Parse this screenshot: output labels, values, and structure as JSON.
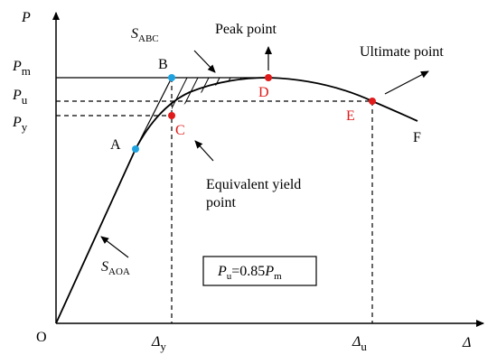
{
  "axes": {
    "y_label": "P",
    "x_label": "Δ",
    "origin": "O"
  },
  "y_ticks": [
    {
      "main": "P",
      "sub": "m"
    },
    {
      "main": "P",
      "sub": "u"
    },
    {
      "main": "P",
      "sub": "y"
    }
  ],
  "x_ticks": [
    {
      "main": "Δ",
      "sub": "y"
    },
    {
      "main": "Δ",
      "sub": "u"
    }
  ],
  "points": {
    "A": "A",
    "B": "B",
    "C": "C",
    "D": "D",
    "E": "E",
    "F": "F"
  },
  "area_labels": {
    "abc": {
      "main": "S",
      "sub": "ABC"
    },
    "aoa": {
      "main": "S",
      "sub": "AOA"
    }
  },
  "annotations": {
    "peak": "Peak point",
    "ultimate": "Ultimate point",
    "equivalent_line1": "Equivalent yield",
    "equivalent_line2": "point"
  },
  "formula": {
    "p": "P",
    "p_sub": "u",
    "mid": "=0.85",
    "p2": "P",
    "p2_sub": "m"
  },
  "colors": {
    "key_point_red": "#e01b1b",
    "key_point_blue": "#1fa3e0"
  }
}
